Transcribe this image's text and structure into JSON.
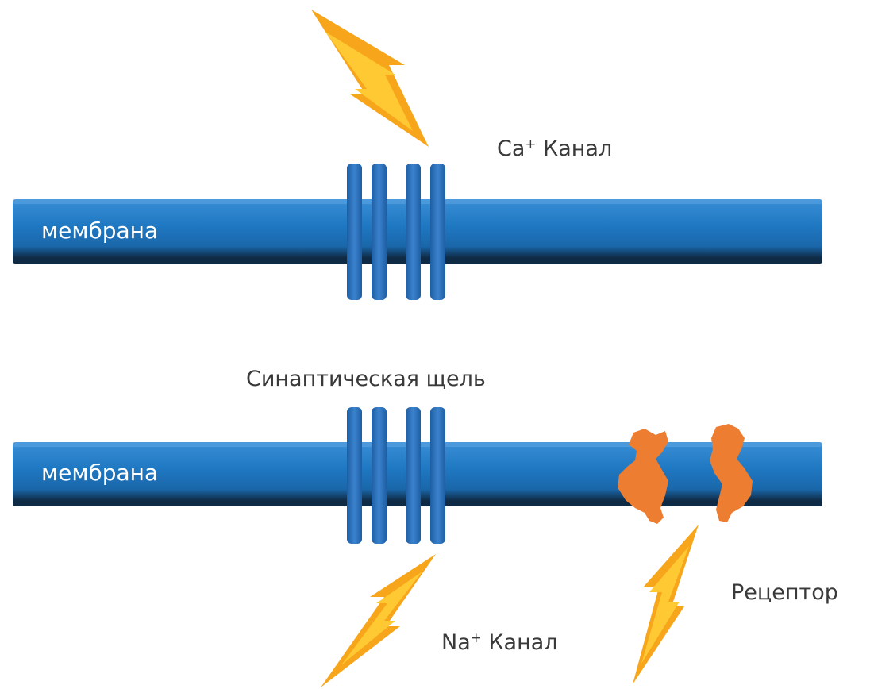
{
  "diagram": {
    "top_membrane": {
      "label": "мембрана"
    },
    "bottom_membrane": {
      "label": "мембрана"
    },
    "ca_channel": {
      "ion": "Ca",
      "charge": "+",
      "word": "Канал"
    },
    "na_channel": {
      "ion": "Na",
      "charge": "+",
      "word": "Канал"
    },
    "cleft_label": "Синаптическая щель",
    "receptor_label": "Рецептор",
    "colors": {
      "membrane": "#1f78c2",
      "membrane_shadow": "#0f2a44",
      "channel": "#2f72bf",
      "receptor": "#ed7d31",
      "lightning_outer": "#f7a51b",
      "lightning_inner": "#ffc933",
      "text": "#3a3a3a"
    }
  }
}
